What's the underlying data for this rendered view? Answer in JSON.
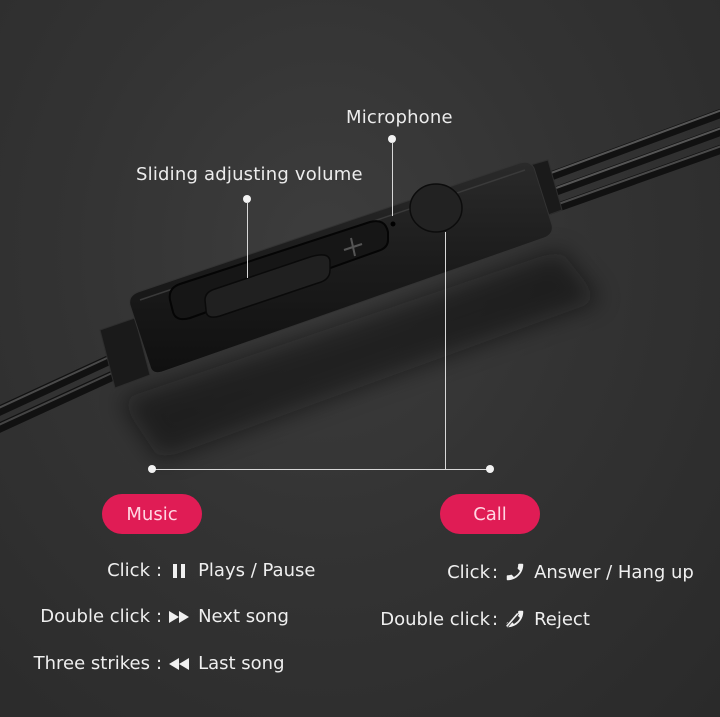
{
  "callouts": {
    "microphone": "Microphone",
    "volume": "Sliding adjusting volume"
  },
  "device": {
    "slider_symbol": "+"
  },
  "music": {
    "badge": "Music",
    "color": "#e01c55",
    "rows": [
      {
        "key": "Click",
        "sep": ":",
        "icon": "pause-icon",
        "action": "Plays / Pause"
      },
      {
        "key": "Double click",
        "sep": ":",
        "icon": "fast-forward-icon",
        "action": "Next song"
      },
      {
        "key": "Three strikes",
        "sep": ":",
        "icon": "rewind-icon",
        "action": "Last song"
      }
    ]
  },
  "call": {
    "badge": "Call",
    "color": "#e01c55",
    "rows": [
      {
        "key": "Click",
        "sep": ":",
        "icon": "phone-icon",
        "action": "Answer / Hang up"
      },
      {
        "key": "Double click",
        "sep": ":",
        "icon": "phone-reject-icon",
        "action": "Reject"
      }
    ]
  }
}
